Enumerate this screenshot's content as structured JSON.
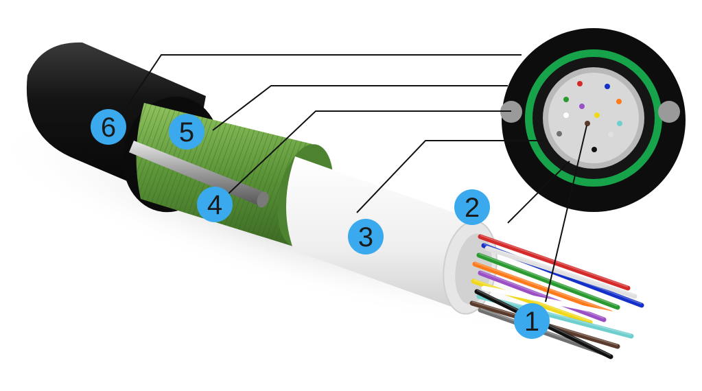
{
  "diagram": {
    "badges": [
      {
        "label": "1"
      },
      {
        "label": "2"
      },
      {
        "label": "3"
      },
      {
        "label": "4"
      },
      {
        "label": "5"
      },
      {
        "label": "6"
      }
    ]
  },
  "colors": {
    "badge": "#3aa9ee",
    "outer_sheath": "#141414",
    "armor": "#5f9a3c",
    "armor_ring": "#17a34a",
    "tube": "#f2f2f2",
    "rod": "#9a9a9a",
    "leader": "#111111"
  },
  "fiber_colors": [
    "#d42a2a",
    "#1530c8",
    "#2a9a30",
    "#ff7a1a",
    "#9a4fc4",
    "#f0d81a",
    "#ffffff",
    "#6fcfcf",
    "#5a3a2a",
    "#707070",
    "#e0e0e0",
    "#111111"
  ]
}
